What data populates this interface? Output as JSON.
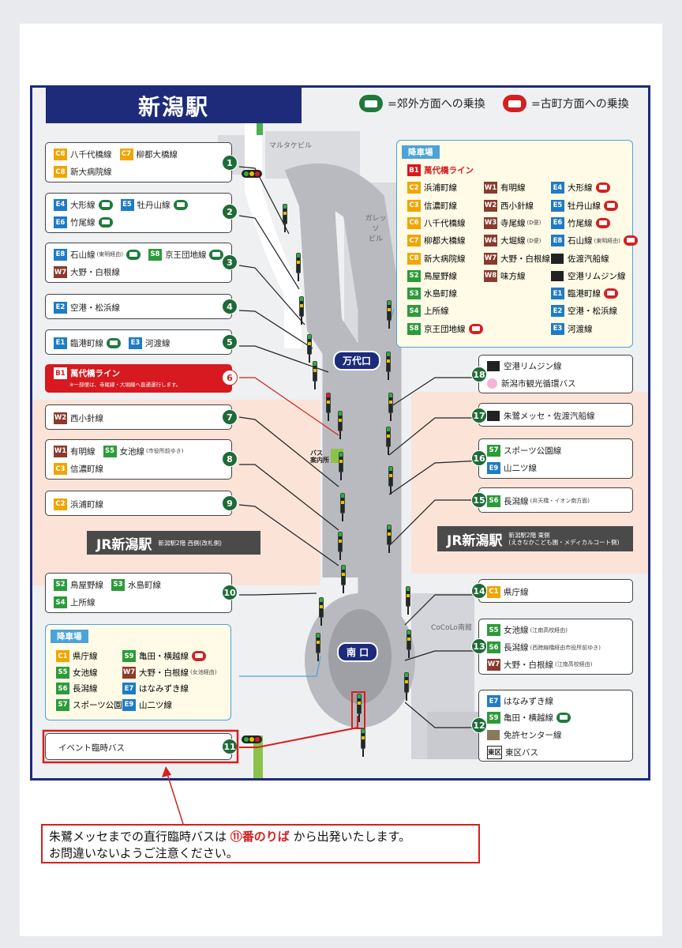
{
  "title": "新潟駅",
  "legend": [
    {
      "label": "=郊外方面への乗換",
      "color": "#1e7a3c",
      "icon": "bus-green-icon"
    },
    {
      "label": "=古町方面への乗換",
      "color": "#d42020",
      "icon": "bus-red-icon"
    }
  ],
  "colors": {
    "C": "#f0a500",
    "E": "#1f7bc6",
    "W": "#8a3a2e",
    "S": "#2c9b3a",
    "B": "#d71920",
    "stop_number": "#1e6b37",
    "frame": "#1d2b7a"
  },
  "buildings": {
    "marutake": "マルタケビル",
    "galleria": "ガレッソ\nビル",
    "cocolo": "CoCoLo南館"
  },
  "markers": {
    "bandai": "万代口",
    "minami": "南 口",
    "bus_info": "バス\n案内所"
  },
  "jr_west": {
    "name": "JR新潟駅",
    "sub1": "新潟駅2階 西側(改札側)",
    "sub2": ""
  },
  "jr_east": {
    "name": "JR新潟駅",
    "sub1": "新潟駅2階 東側",
    "sub2": "(えきなかこども園・メディカルコート側)"
  },
  "stops": [
    {
      "no": "1",
      "rows": [
        [
          {
            "c": "C6",
            "t": "八千代橋線"
          },
          {
            "c": "C7",
            "t": "柳都大橋線"
          }
        ],
        [
          {
            "c": "C8",
            "t": "新大病院線"
          }
        ]
      ]
    },
    {
      "no": "2",
      "rows": [
        [
          {
            "c": "E4",
            "t": "大形線",
            "b": "g"
          },
          {
            "c": "E5",
            "t": "牡丹山線",
            "b": "g"
          }
        ],
        [
          {
            "c": "E6",
            "t": "竹尾線",
            "b": "g"
          }
        ]
      ]
    },
    {
      "no": "3",
      "rows": [
        [
          {
            "c": "E8",
            "t": "石山線",
            "s": "(東明経由)",
            "b": "g"
          },
          {
            "c": "S8",
            "t": "京王団地線",
            "b": "g"
          }
        ],
        [
          {
            "c": "W7",
            "t": "大野・白根線"
          }
        ]
      ]
    },
    {
      "no": "4",
      "rows": [
        [
          {
            "c": "E2",
            "t": "空港・松浜線"
          }
        ]
      ]
    },
    {
      "no": "5",
      "rows": [
        [
          {
            "c": "E1",
            "t": "臨港町線",
            "b": "g"
          },
          {
            "c": "E3",
            "t": "河渡線"
          }
        ]
      ]
    },
    {
      "no": "6",
      "rows": [
        [
          {
            "c": "B1",
            "t": "萬代橋ライン"
          }
        ]
      ],
      "note": "※一部便は、寺尾線・大堀線へ直通運行します。"
    },
    {
      "no": "7",
      "rows": [
        [
          {
            "c": "W2",
            "t": "西小針線"
          }
        ]
      ]
    },
    {
      "no": "8",
      "rows": [
        [
          {
            "c": "W1",
            "t": "有明線"
          },
          {
            "c": "S5",
            "t": "女池線",
            "s": "(市役所前ゆき)"
          }
        ],
        [
          {
            "c": "C3",
            "t": "信濃町線"
          }
        ]
      ]
    },
    {
      "no": "9",
      "rows": [
        [
          {
            "c": "C2",
            "t": "浜浦町線"
          }
        ]
      ]
    },
    {
      "no": "10",
      "rows": [
        [
          {
            "c": "S2",
            "t": "鳥屋野線"
          },
          {
            "c": "S3",
            "t": "水島町線"
          }
        ],
        [
          {
            "c": "S4",
            "t": "上所線"
          }
        ]
      ]
    },
    {
      "no": "11",
      "rows": [
        [
          {
            "c": "",
            "t": "イベント臨時バス"
          }
        ]
      ]
    },
    {
      "no": "12",
      "rows": [
        [
          {
            "c": "E7",
            "t": "はなみずき線"
          }
        ],
        [
          {
            "c": "S9",
            "t": "亀田・横越線",
            "b": "g"
          }
        ],
        [
          {
            "c": "ico",
            "t": "免許センター線"
          }
        ],
        [
          {
            "c": "東区",
            "t": "東区バス"
          }
        ]
      ]
    },
    {
      "no": "13",
      "rows": [
        [
          {
            "c": "S5",
            "t": "女池線",
            "s": "(江南高校経由)"
          }
        ],
        [
          {
            "c": "S6",
            "t": "長潟線",
            "s": "(西跨線橋経由市役所前ゆき)"
          }
        ],
        [
          {
            "c": "W7",
            "t": "大野・白根線",
            "s": "(江南高校経由)"
          }
        ]
      ]
    },
    {
      "no": "14",
      "rows": [
        [
          {
            "c": "C1",
            "t": "県庁線"
          }
        ]
      ]
    },
    {
      "no": "15",
      "rows": [
        [
          {
            "c": "S6",
            "t": "長潟線",
            "s": "(弁天橋・イオン南方面)"
          }
        ]
      ]
    },
    {
      "no": "16",
      "rows": [
        [
          {
            "c": "S7",
            "t": "スポーツ公園線"
          }
        ],
        [
          {
            "c": "E9",
            "t": "山二ツ線"
          }
        ]
      ]
    },
    {
      "no": "17",
      "rows": [
        [
          {
            "c": "ship",
            "t": "朱鷺メッセ・佐渡汽船線"
          }
        ]
      ]
    },
    {
      "no": "18",
      "rows": [
        [
          {
            "c": "plane",
            "t": "空港リムジン線"
          }
        ],
        [
          {
            "c": "flower",
            "t": "新潟市観光循環バス"
          }
        ]
      ]
    }
  ],
  "arrivals_north": {
    "header": "降車場",
    "items": [
      {
        "c": "B1",
        "t": "萬代橋ライン"
      },
      {
        "c": "C2",
        "t": "浜浦町線"
      },
      {
        "c": "W1",
        "t": "有明線"
      },
      {
        "c": "E4",
        "t": "大形線",
        "b": "r"
      },
      {
        "c": "C3",
        "t": "信濃町線"
      },
      {
        "c": "W2",
        "t": "西小針線"
      },
      {
        "c": "E5",
        "t": "牡丹山線",
        "b": "r"
      },
      {
        "c": "C6",
        "t": "八千代橋線"
      },
      {
        "c": "W3",
        "t": "寺尾線",
        "s": "(D便)"
      },
      {
        "c": "E6",
        "t": "竹尾線",
        "b": "r"
      },
      {
        "c": "C7",
        "t": "柳都大橋線"
      },
      {
        "c": "W4",
        "t": "大堀線",
        "s": "(D便)"
      },
      {
        "c": "E8",
        "t": "石山線",
        "s": "(東明経由)",
        "b": "r"
      },
      {
        "c": "C8",
        "t": "新大病院線"
      },
      {
        "c": "W7",
        "t": "大野・白根線"
      },
      {
        "c": "ship",
        "t": "佐渡汽船線"
      },
      {
        "c": "S2",
        "t": "鳥屋野線"
      },
      {
        "c": "W8",
        "t": "味方線"
      },
      {
        "c": "plane",
        "t": "空港リムジン線"
      },
      {
        "c": "S3",
        "t": "水島町線"
      },
      {
        "c": "E1",
        "t": "臨港町線",
        "b": "r"
      },
      {
        "c": "S4",
        "t": "上所線"
      },
      {
        "c": "E2",
        "t": "空港・松浜線"
      },
      {
        "c": "S8",
        "t": "京王団地線",
        "b": "r"
      },
      {
        "c": "E3",
        "t": "河渡線"
      }
    ]
  },
  "arrivals_south": {
    "header": "降車場",
    "items": [
      {
        "c": "C1",
        "t": "県庁線"
      },
      {
        "c": "S9",
        "t": "亀田・横越線",
        "b": "r"
      },
      {
        "c": "S5",
        "t": "女池線"
      },
      {
        "c": "W7",
        "t": "大野・白根線",
        "s": "(女池経由)"
      },
      {
        "c": "S6",
        "t": "長潟線"
      },
      {
        "c": "E7",
        "t": "はなみずき線"
      },
      {
        "c": "S7",
        "t": "スポーツ公園線"
      },
      {
        "c": "E9",
        "t": "山二ツ線"
      }
    ]
  },
  "notice": {
    "line1_pre": "朱鷺メッセまでの直行臨時バスは ",
    "line1_hl": "⑪番のりば",
    "line1_post": " から出発いたします。",
    "line2": "お問違いないようご注意ください。"
  }
}
